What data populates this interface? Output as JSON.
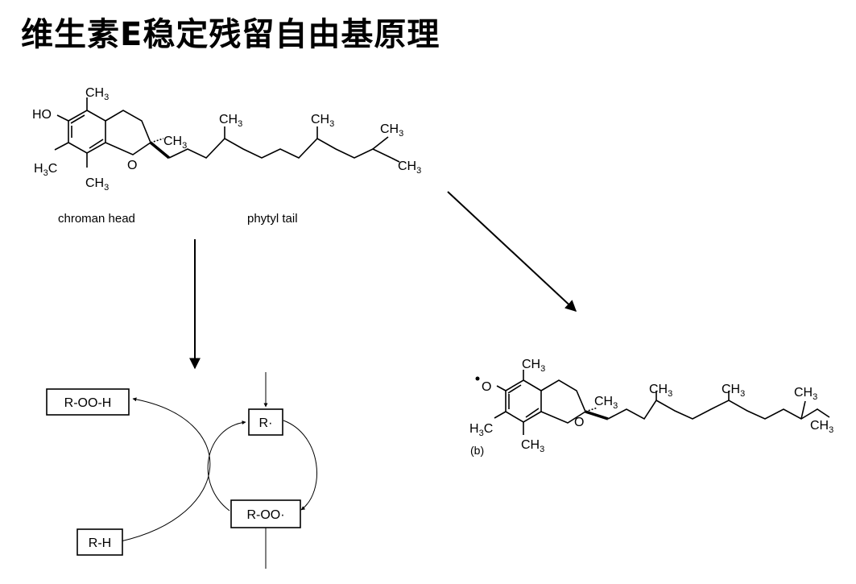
{
  "title": "维生素E稳定残留自由基原理",
  "tocopherol": {
    "labels": {
      "HO": "HO",
      "CH3_top": "CH",
      "CH3_ring": "CH",
      "H3C": "H",
      "CH3_bottom": "CH",
      "O": "O",
      "tail_CH3_1": "CH",
      "tail_CH3_2": "CH",
      "tail_CH3_3": "CH",
      "tail_CH3_end": "CH",
      "sub3": "3",
      "subC": "C"
    },
    "region_labels": {
      "head": "chroman head",
      "tail": "phytyl tail"
    }
  },
  "radical": {
    "labels": {
      "O": "O",
      "CH3": "CH",
      "H3C": "H",
      "sub3": "3",
      "subC": "C",
      "b": "(b)"
    }
  },
  "cycle": {
    "nodes": [
      "R-OO-H",
      "R·",
      "R-OO·",
      "R-H"
    ]
  }
}
